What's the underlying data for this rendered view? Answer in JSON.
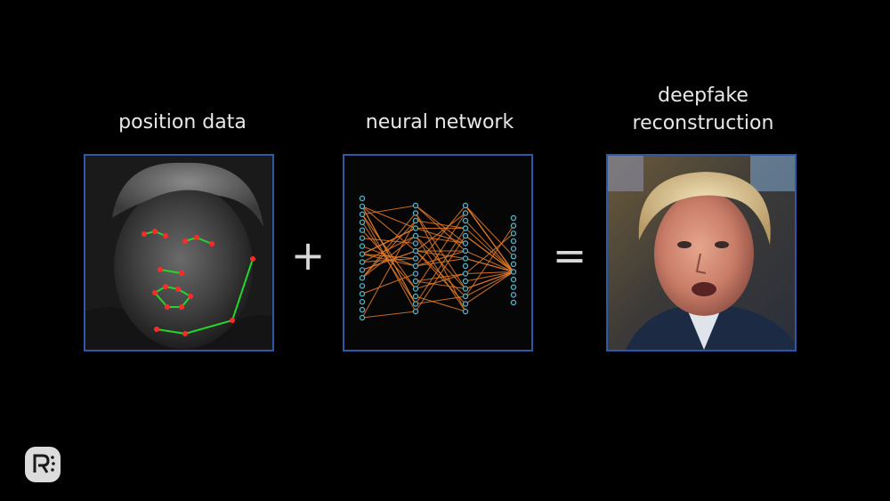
{
  "panels": {
    "position": {
      "label": "position data"
    },
    "network": {
      "label": "neural network"
    },
    "reconstruction": {
      "label_line1": "deepfake",
      "label_line2": "reconstruction"
    }
  },
  "operators": {
    "plus": "+",
    "equals": "="
  },
  "colors": {
    "background": "#000000",
    "panel_border": "#2f57a8",
    "landmark_line": "#22d62a",
    "landmark_point": "#ff2a2a",
    "network_edge": "#e07a2a",
    "network_node": "#5fb3c2"
  },
  "icons": {
    "logo": "channel-logo-icon"
  }
}
